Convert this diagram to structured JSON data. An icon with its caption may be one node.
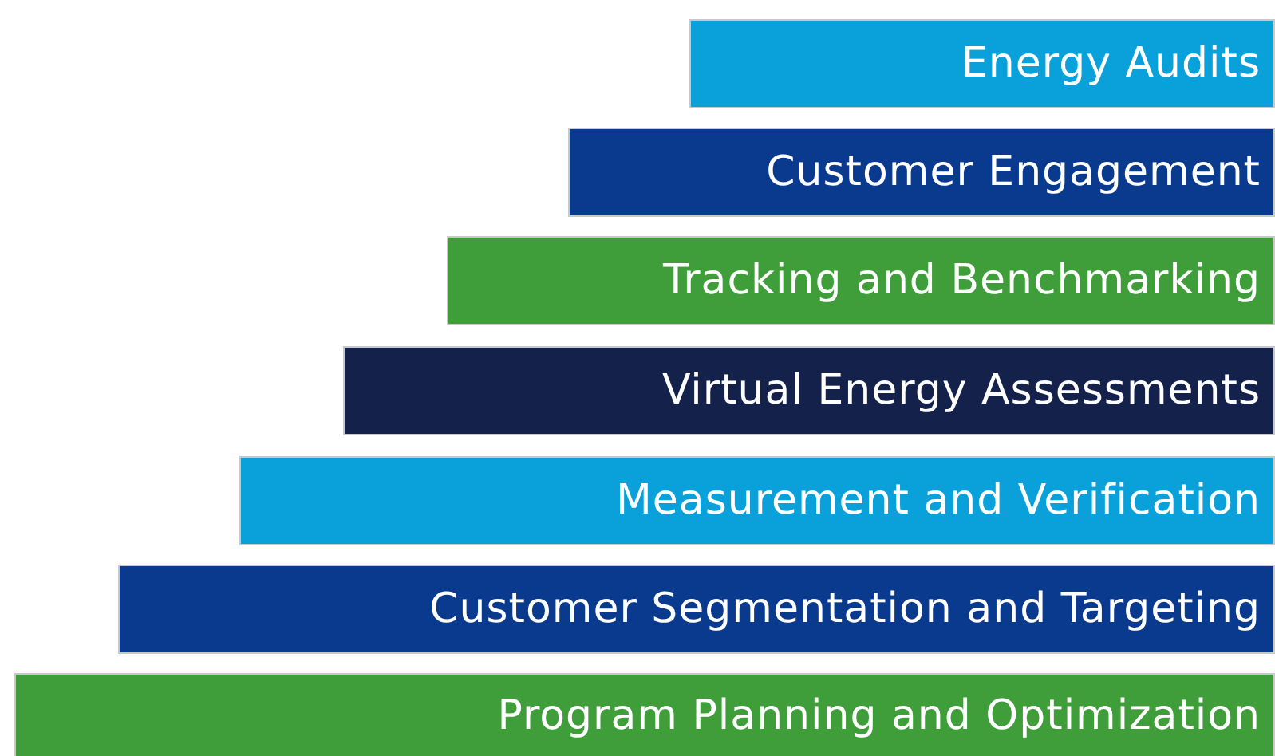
{
  "diagram": {
    "nodes": [
      {
        "text": [
          "Energy Audits"
        ]
      },
      {
        "text": [
          "Customer Engagement"
        ]
      },
      {
        "text": [
          "Tracking and Benchmarking"
        ]
      },
      {
        "text": [
          "Virtual Energy Assessments"
        ]
      },
      {
        "text": [
          "Measurement and Verification"
        ]
      },
      {
        "text": [
          "Customer Segmentation and Targeting"
        ]
      },
      {
        "text": [
          "Program Planning and Optimization"
        ]
      }
    ]
  }
}
